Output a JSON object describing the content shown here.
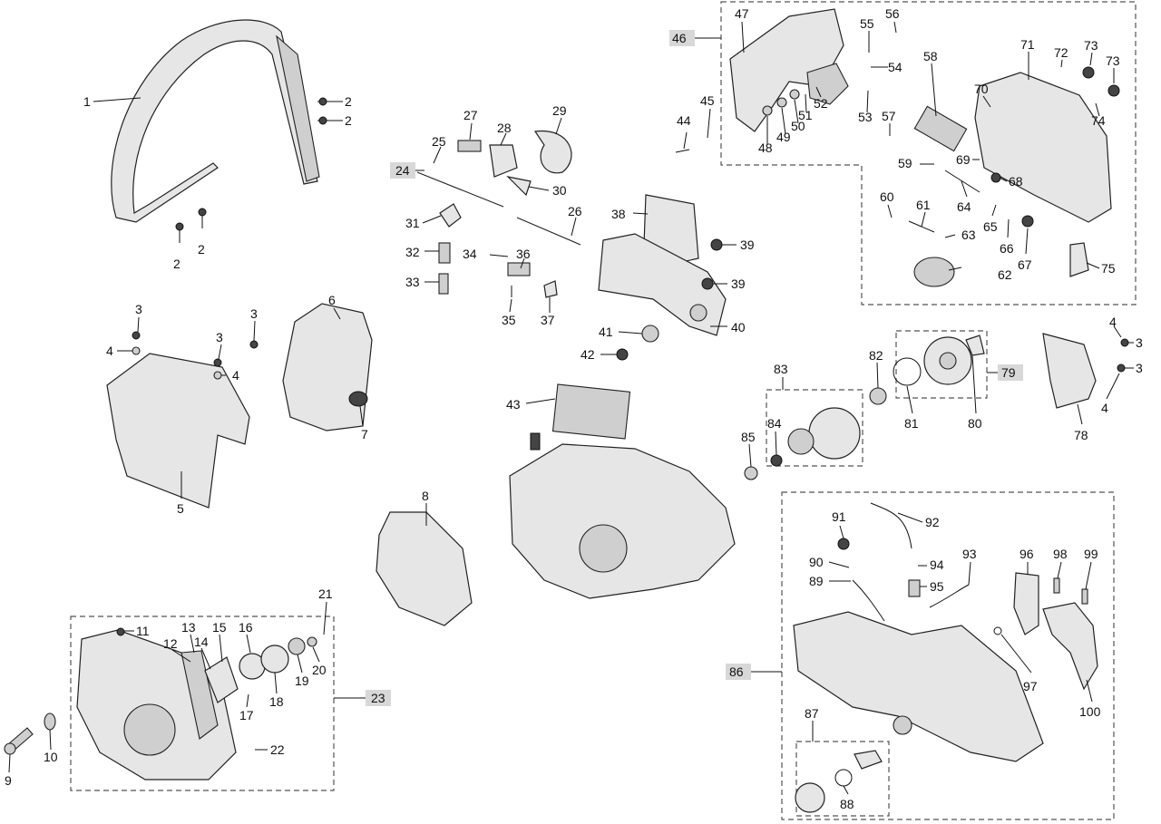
{
  "callouts": [
    "1",
    "2",
    "2",
    "2",
    "2",
    "3",
    "3",
    "3",
    "4",
    "4",
    "5",
    "6",
    "7",
    "8",
    "9",
    "10",
    "11",
    "12",
    "13",
    "14",
    "15",
    "16",
    "17",
    "18",
    "19",
    "20",
    "21",
    "22",
    "23",
    "24",
    "25",
    "26",
    "27",
    "28",
    "29",
    "30",
    "31",
    "32",
    "33",
    "34",
    "35",
    "36",
    "37",
    "38",
    "39",
    "39",
    "40",
    "41",
    "42",
    "43",
    "44",
    "45",
    "46",
    "47",
    "48",
    "49",
    "50",
    "51",
    "52",
    "53",
    "54",
    "55",
    "56",
    "57",
    "58",
    "59",
    "60",
    "61",
    "62",
    "63",
    "64",
    "65",
    "66",
    "67",
    "68",
    "69",
    "70",
    "71",
    "72",
    "73",
    "73",
    "74",
    "75",
    "78",
    "79",
    "80",
    "81",
    "82",
    "83",
    "84",
    "85",
    "86",
    "87",
    "88",
    "89",
    "90",
    "91",
    "92",
    "93",
    "94",
    "95",
    "96",
    "97",
    "98",
    "99",
    "100",
    "4",
    "4",
    "3",
    "3"
  ]
}
